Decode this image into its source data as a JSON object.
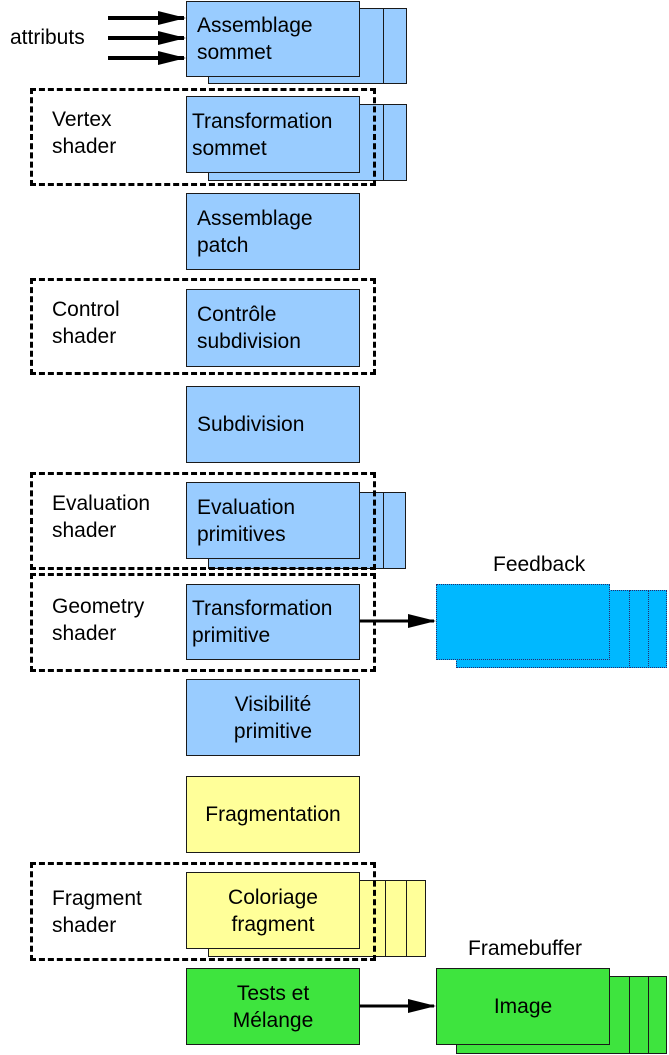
{
  "input_label": "attributs",
  "stages": {
    "assemblage_sommet": "Assemblage\nsommet",
    "transformation_sommet": "Transformation\nsommet",
    "assemblage_patch": "Assemblage\npatch",
    "controle_subdivision": "Contrôle\nsubdivision",
    "subdivision": "Subdivision",
    "evaluation_primitives": "Evaluation\nprimitives",
    "transformation_primitive": "Transformation\nprimitive",
    "visibilite_primitive": "Visibilité\nprimitive",
    "fragmentation": "Fragmentation",
    "coloriage_fragment": "Coloriage\nfragment",
    "tests_melange": "Tests et\nMélange"
  },
  "shaders": {
    "vertex": "Vertex\nshader",
    "control": "Control\nshader",
    "evaluation": "Evaluation\nshader",
    "geometry": "Geometry\nshader",
    "fragment": "Fragment\nshader"
  },
  "outputs": {
    "feedback_title": "Feedback",
    "framebuffer_title": "Framebuffer",
    "image_label": "Image"
  },
  "colors": {
    "vertex_stage": "#99ccff",
    "fragment_stage": "#ffff99",
    "output_stage": "#3ee43e",
    "feedback_buffer": "#00b8ff"
  }
}
